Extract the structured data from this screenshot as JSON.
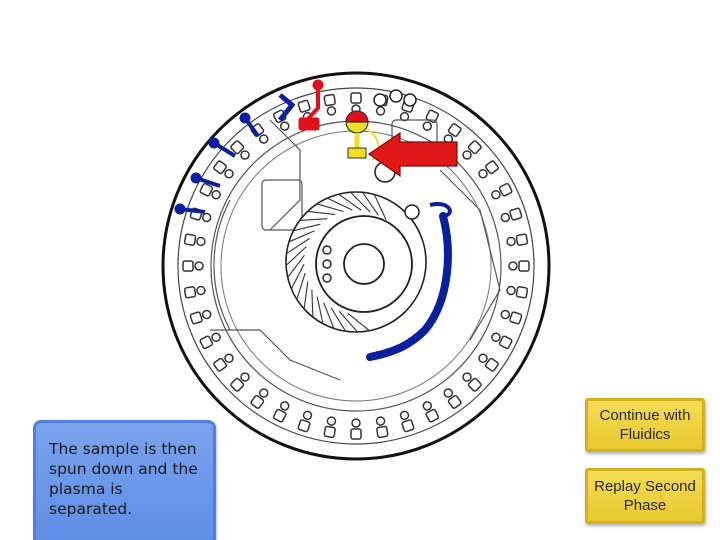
{
  "caption": {
    "text": "The sample is then spun down and the plasma is separated."
  },
  "buttons": {
    "continue_label": "Continue with Fluidics",
    "replay_label": "Replay Second Phase"
  },
  "colors": {
    "channel_blue": "#0a1fa0",
    "sample_red": "#e0101a",
    "plasma_yellow": "#f2de1e",
    "arrow_red": "#e01818",
    "caption_blue": "#6b97ea",
    "button_gold": "#efd23e"
  },
  "icons": {
    "pointer": "red-arrow-icon"
  }
}
